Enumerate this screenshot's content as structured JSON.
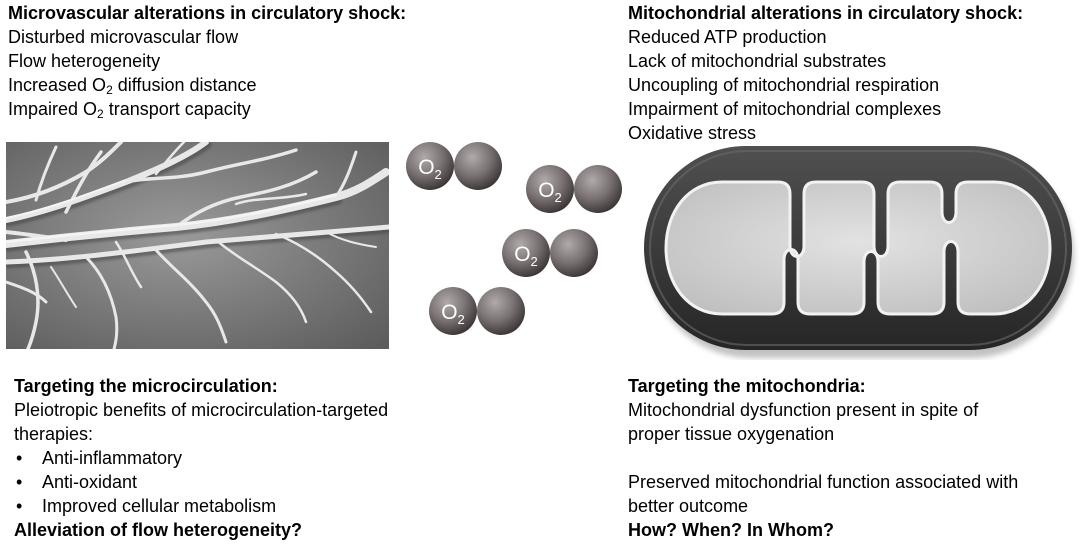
{
  "microvascular": {
    "title": "Microvascular alterations in circulatory shock:",
    "items": [
      {
        "text": "Disturbed microvascular flow"
      },
      {
        "text": "Flow heterogeneity"
      },
      {
        "pre": "Increased O",
        "sub": "2",
        "post": " diffusion distance"
      },
      {
        "pre": "Impaired O",
        "sub": "2",
        "post": " transport capacity"
      }
    ]
  },
  "mitochondrial": {
    "title": "Mitochondrial alterations in circulatory shock:",
    "items": [
      "Reduced ATP production",
      "Lack of mitochondrial substrates",
      "Uncoupling of mitochondrial respiration",
      "Impairment of mitochondrial complexes",
      "Oxidative stress"
    ]
  },
  "oxygen_molecules": [
    {
      "label": "O",
      "sub": "2"
    },
    {
      "label": "O",
      "sub": "2"
    },
    {
      "label": "O",
      "sub": "2"
    },
    {
      "label": "O",
      "sub": "2"
    }
  ],
  "target_micro": {
    "title": "Targeting the microcirculation:",
    "intro_line1": "Pleiotropic benefits of microcirculation-targeted",
    "intro_line2": "therapies:",
    "bullet_char": "•",
    "bullets": [
      "Anti-inflammatory",
      "Anti-oxidant",
      "Improved cellular metabolism"
    ],
    "conclusion": "Alleviation of flow heterogeneity?"
  },
  "target_mito": {
    "title": "Targeting the mitochondria:",
    "p1_line1": "Mitochondrial dysfunction present in spite of",
    "p1_line2": "proper tissue oxygenation",
    "p2_line1": "Preserved mitochondrial function associated with",
    "p2_line2": "better outcome",
    "conclusion": "How? When? In Whom?"
  },
  "colors": {
    "vessel_bg_light": "#8c8c8c",
    "vessel_bg_dark": "#5a5a5a",
    "vessel": "#e6e6e6",
    "o2_sphere": "#7a7272",
    "mito_outer": "#3a3a3a",
    "mito_inner": "#d4d4d4"
  }
}
